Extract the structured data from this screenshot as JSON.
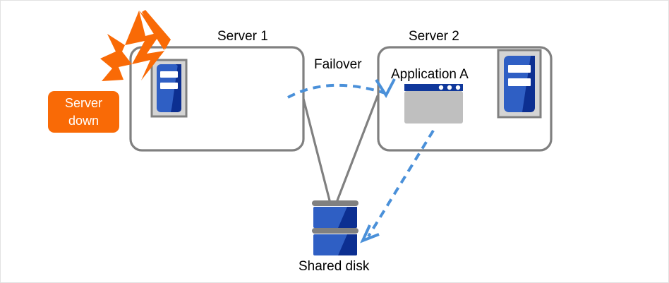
{
  "diagram": {
    "title": "Failover cluster diagram",
    "background": "#ffffff",
    "border_color": "#e2e2e2"
  },
  "colors": {
    "box_stroke": "#808080",
    "icon_frame": "#d4d4d4",
    "icon_frame_stroke": "#808080",
    "server_blue_light": "#2f5fc4",
    "server_blue_dark": "#0c2f91",
    "arrow_blue": "#4a90d9",
    "alert_orange": "#F96A06",
    "window_titlebar": "#10389b",
    "window_body": "#bfbfbf",
    "disk_gray": "#808080",
    "text": "#000000",
    "badge_text": "#ffffff"
  },
  "nodes": {
    "server1": {
      "label": "Server 1",
      "icon_name": "server-icon"
    },
    "server2": {
      "label": "Server 2",
      "icon_name": "server-icon",
      "application": {
        "label": "Application A",
        "icon_name": "application-window-icon",
        "window_dots": 3
      }
    },
    "shared_disk": {
      "label": "Shared disk",
      "icon_name": "disk-stack-icon",
      "platters": 2
    },
    "alert": {
      "badge_line1": "Server",
      "badge_line2": "down",
      "burst_icon_name": "lightning-burst-icon"
    }
  },
  "edges": {
    "failover": {
      "label": "Failover",
      "style": "dashed",
      "color": "#4a90d9",
      "from": "server1",
      "to": "server2"
    },
    "app_to_disk": {
      "label": "",
      "style": "dashed",
      "color": "#4a90d9",
      "from": "application-a",
      "to": "shared_disk"
    },
    "server1_to_disk": {
      "style": "solid",
      "color": "#808080",
      "from": "server1",
      "to": "shared_disk"
    },
    "server2_to_disk": {
      "style": "solid",
      "color": "#808080",
      "from": "server2",
      "to": "shared_disk"
    }
  }
}
